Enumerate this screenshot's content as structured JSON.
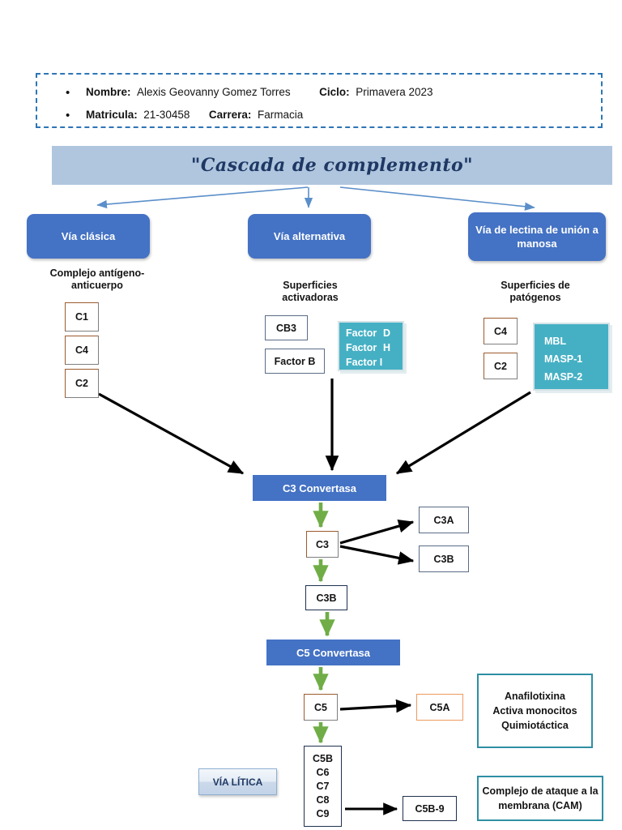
{
  "header": {
    "bullet_glyph": "•",
    "line1": {
      "label_nombre": "Nombre:",
      "value_nombre": "Alexis Geovanny Gomez Torres",
      "label_ciclo": "Ciclo:",
      "value_ciclo": "Primavera 2023"
    },
    "line2": {
      "label_matricula": "Matricula:",
      "value_matricula": "21-30458",
      "label_carrera": "Carrera:",
      "value_carrera": "Farmacia"
    }
  },
  "title": {
    "text": "\"Cascada de complemento\""
  },
  "pathways": [
    {
      "id": "clasica",
      "label": "Vía clásica"
    },
    {
      "id": "alternativa",
      "label": "Vía alternativa"
    },
    {
      "id": "lectina",
      "label": "Vía de lectina de unión a manosa"
    }
  ],
  "captions": {
    "left": "Complejo antígeno-anticuerpo",
    "middle": "Superficies activadoras",
    "right": "Superficies de patógenos"
  },
  "classical_components": [
    {
      "label": "C1"
    },
    {
      "label": "C4"
    },
    {
      "label": "C2"
    }
  ],
  "alternative_components": [
    {
      "label": "CB3"
    },
    {
      "label": "Factor B"
    }
  ],
  "lectin_components": [
    {
      "label": "C4"
    },
    {
      "label": "C2"
    }
  ],
  "factor_panel": {
    "rows": [
      {
        "key": "Factor",
        "value": "D"
      },
      {
        "key": "Factor",
        "value": "H"
      },
      {
        "key": "Factor",
        "value": "I"
      }
    ]
  },
  "mbl_panel": {
    "lines": [
      "MBL",
      "MASP-1",
      "MASP-2"
    ]
  },
  "cascade": {
    "c3_convertase": "C3 Convertasa",
    "c3": "C3",
    "c3a": "C3A",
    "c3b_right": "C3B",
    "c3b_middle": "C3B",
    "c5_convertase": "C5 Convertasa",
    "c5": "C5",
    "c5a": "C5A",
    "stack": [
      "C5B",
      "C6",
      "C7",
      "C8",
      "C9"
    ],
    "c5b9": "C5B-9"
  },
  "info_panels": {
    "anafilotoxina": [
      "Anafilotixina",
      "Activa monocitos",
      "Quimiotáctica"
    ],
    "cam": "Complejo de ataque a la membrana (CAM)"
  },
  "via_litica_button": "VÍA LÍTICA",
  "colors": {
    "office_blue": "#4472C4",
    "banner_blue": "#AFC6DE",
    "teal": "#45B0C4",
    "teal_border": "#2E8FA3",
    "brown_border": "#9C5A2E",
    "orange_border": "#ED9B5F",
    "green_arrow": "#70AD47",
    "black_arrow": "#000000",
    "dashed_border": "#2E75B6",
    "title_text": "#1F3864"
  }
}
